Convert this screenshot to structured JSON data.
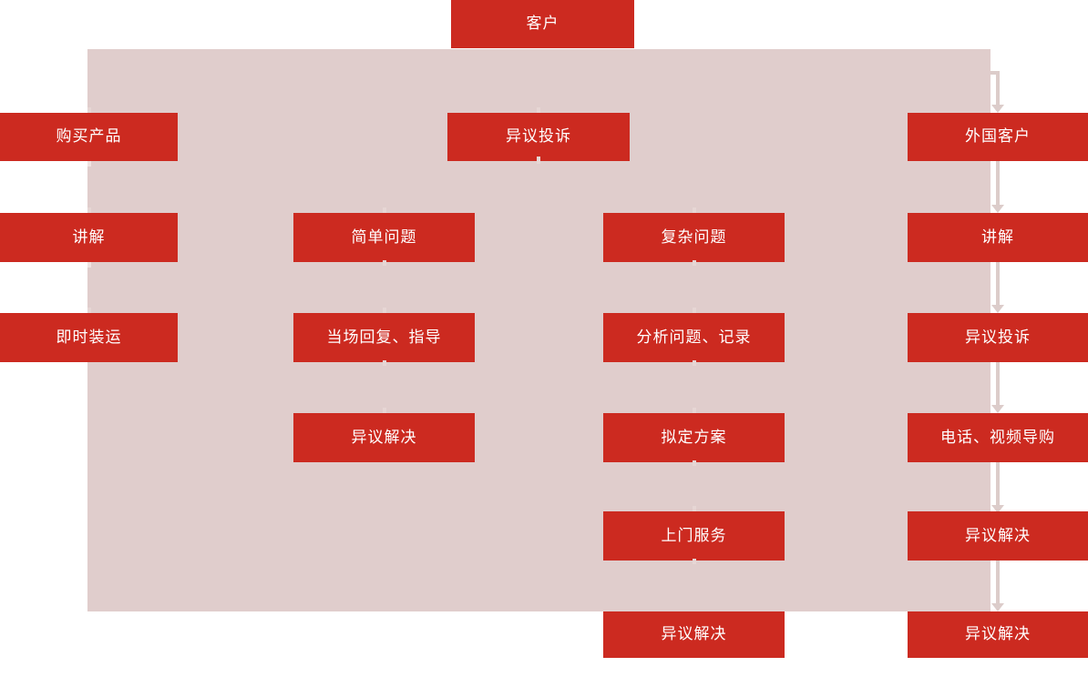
{
  "diagram": {
    "title_node": {
      "label": "客户"
    },
    "colors": {
      "node_fill": "#CC2A20",
      "node_text": "#FFFFFF",
      "panel_fill": "#E0CDCC",
      "connector": "#DCCCCA",
      "page_background": "#FFFFFF"
    },
    "columns": [
      {
        "name": "column-left",
        "nodes": [
          {
            "label": "购买产品"
          },
          {
            "label": "讲解"
          },
          {
            "label": "即时装运"
          }
        ]
      },
      {
        "name": "column-complaint-entry",
        "nodes": [
          {
            "label": "异议投诉"
          }
        ]
      },
      {
        "name": "column-simple",
        "nodes": [
          {
            "label": "简单问题"
          },
          {
            "label": "当场回复、指导"
          },
          {
            "label": "异议解决"
          }
        ]
      },
      {
        "name": "column-complex",
        "nodes": [
          {
            "label": "复杂问题"
          },
          {
            "label": "分析问题、记录"
          },
          {
            "label": "拟定方案"
          },
          {
            "label": "上门服务"
          },
          {
            "label": "异议解决"
          }
        ]
      },
      {
        "name": "column-foreign",
        "nodes": [
          {
            "label": "外国客户"
          },
          {
            "label": "讲解"
          },
          {
            "label": "异议投诉"
          },
          {
            "label": "电话、视频导购"
          },
          {
            "label": "异议解决"
          },
          {
            "label": "异议解决"
          }
        ]
      }
    ]
  }
}
